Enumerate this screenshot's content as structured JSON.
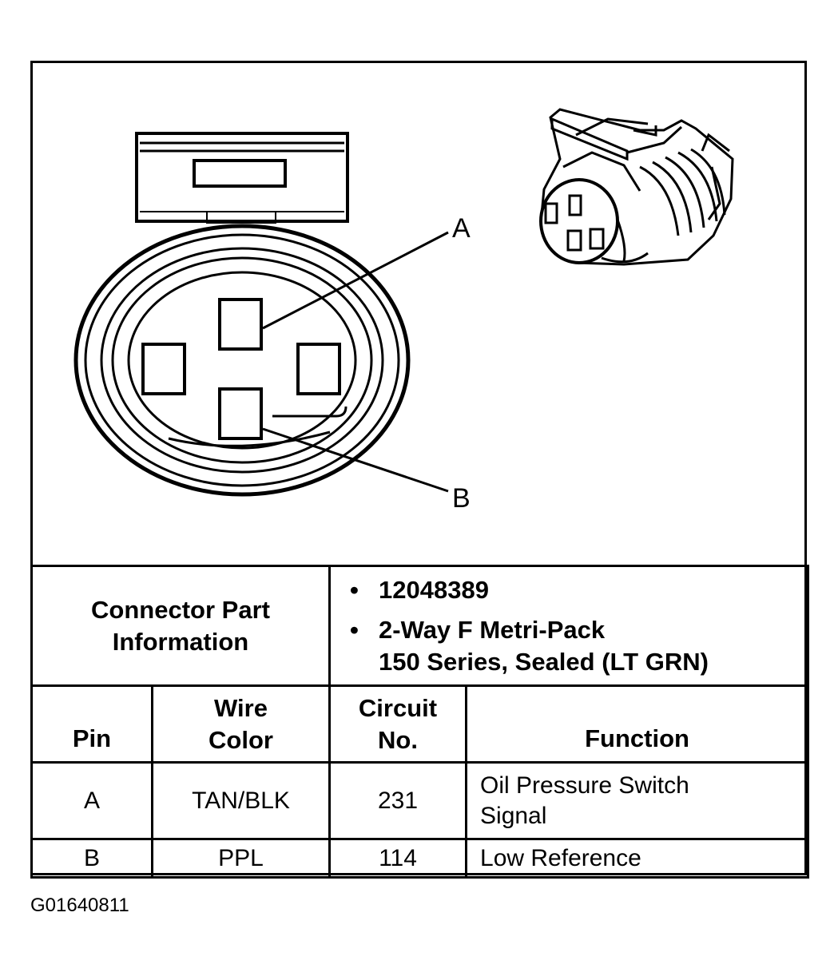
{
  "diagram": {
    "callouts": {
      "a": "A",
      "b": "B"
    }
  },
  "table": {
    "connector_part_label": [
      "Connector Part",
      "Information"
    ],
    "connector_part_values": [
      {
        "bullet": "•",
        "lines": [
          "12048389"
        ]
      },
      {
        "bullet": "•",
        "lines": [
          "2-Way F Metri-Pack",
          "150 Series, Sealed (LT GRN)"
        ]
      }
    ],
    "headers": {
      "pin": "Pin",
      "wire_color": [
        "Wire",
        "Color"
      ],
      "circuit": [
        "Circuit",
        "No."
      ],
      "function": "Function"
    },
    "rows": [
      {
        "pin": "A",
        "wire_color": "TAN/BLK",
        "circuit": "231",
        "function": [
          "Oil Pressure Switch",
          "Signal"
        ]
      },
      {
        "pin": "B",
        "wire_color": "PPL",
        "circuit": "114",
        "function": [
          "Low Reference"
        ]
      }
    ]
  },
  "figure_id": "G01640811"
}
